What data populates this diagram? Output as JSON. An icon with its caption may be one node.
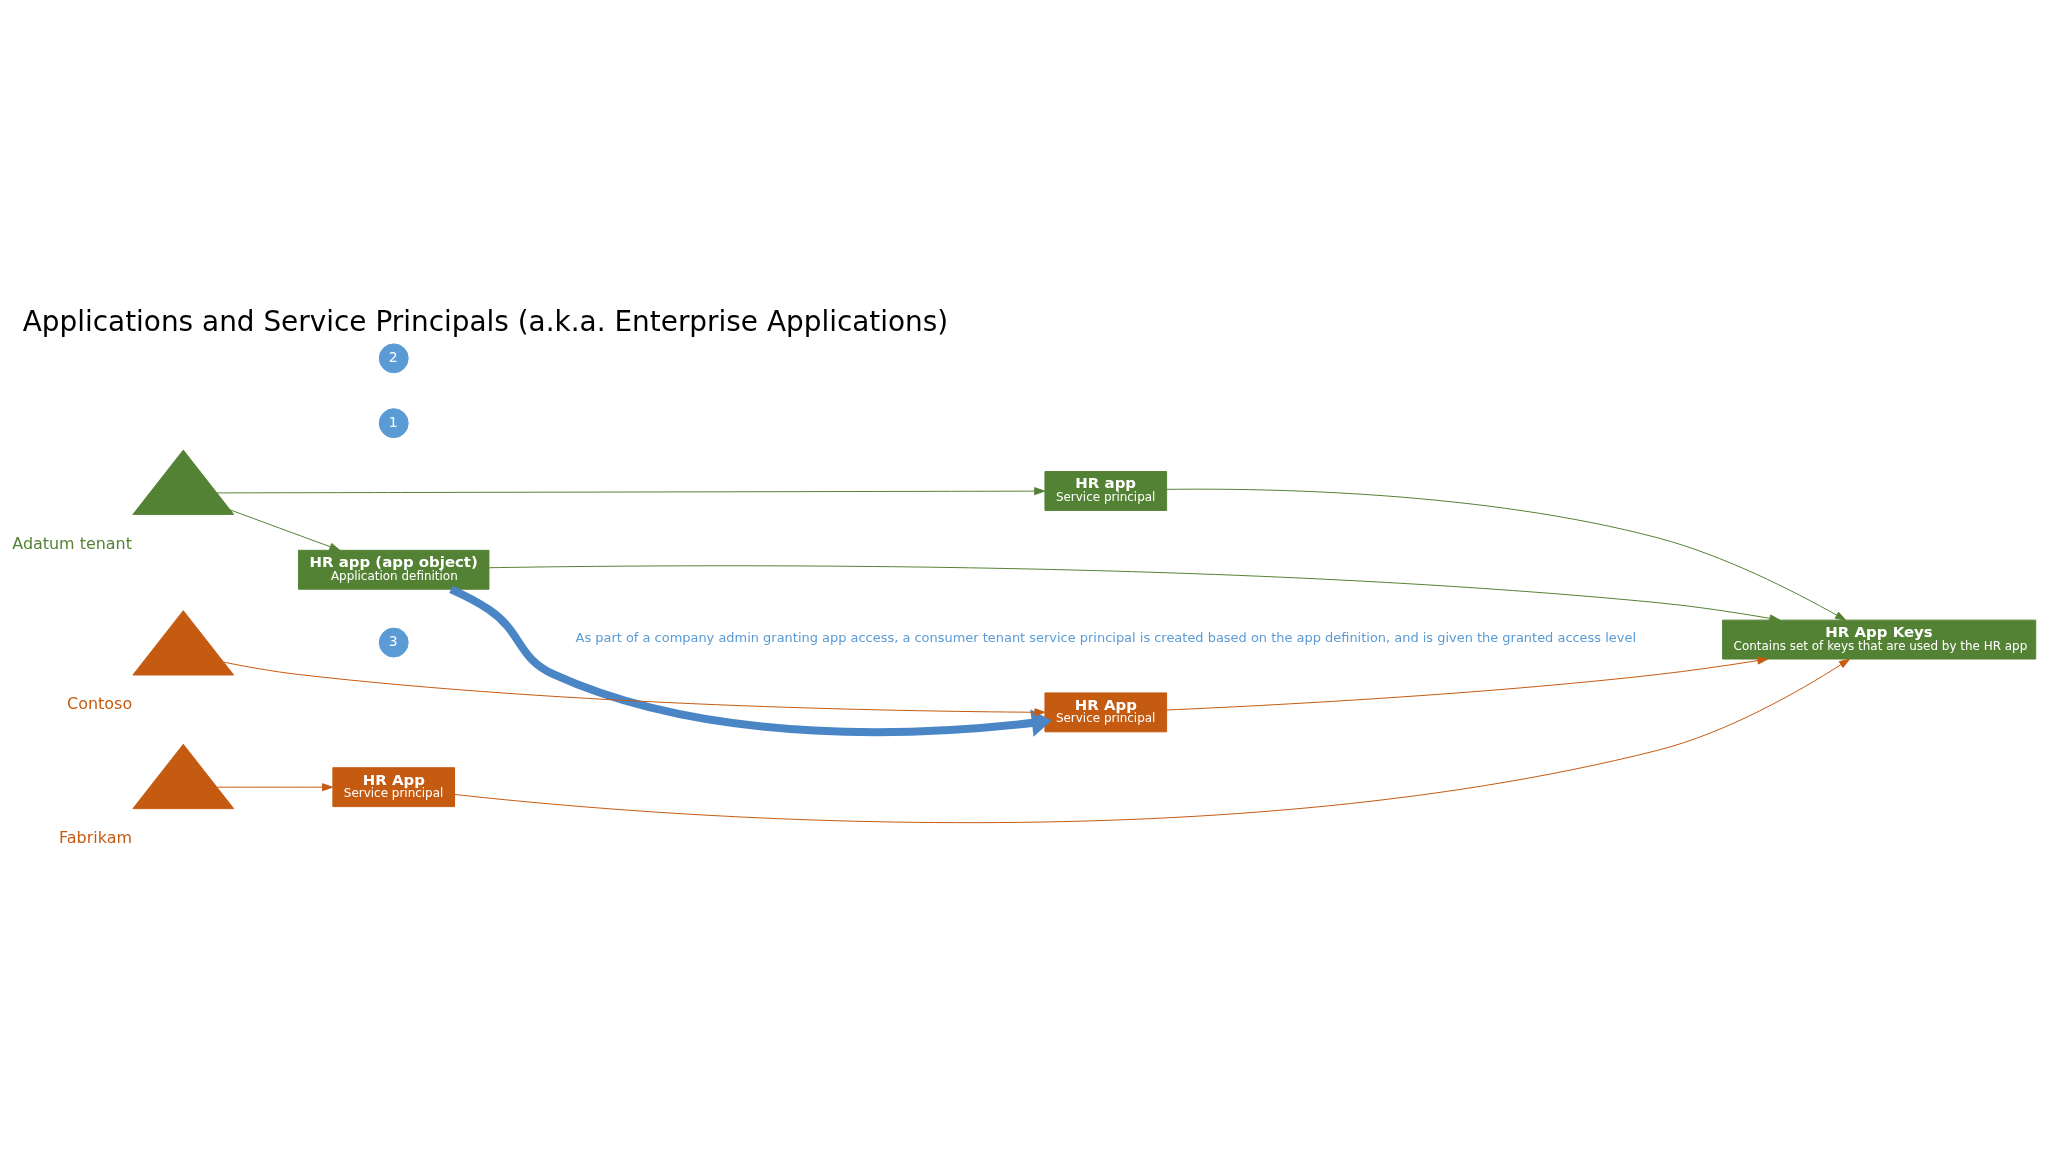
{
  "diagram": {
    "title": "Applications and Service Principals (a.k.a. Enterprise Applications)",
    "nodes": [
      {
        "text": [
          "Adatum tenant"
        ]
      },
      {
        "text": [
          "1"
        ]
      },
      {
        "text": [
          "HR app",
          "Service principal"
        ]
      },
      {
        "text": [
          "HR app (app object)",
          "Application definition"
        ]
      },
      {
        "text": [
          "HR App Keys",
          "Contains set of keys that are used by the HR app"
        ]
      },
      {
        "text": [
          "2"
        ]
      },
      {
        "text": [
          "Contoso"
        ]
      },
      {
        "text": [
          "3"
        ]
      },
      {
        "text": [
          "HR App",
          "Service principal"
        ]
      },
      {
        "text": [
          "Fabrikam"
        ]
      },
      {
        "text": [
          "HR App",
          "Service principal"
        ]
      }
    ],
    "edges": [
      {
        "from": 0,
        "to": 2,
        "arrow": "to",
        "color": "#548235"
      },
      {
        "from": 0,
        "to": 3,
        "arrow": "to",
        "color": "#548235"
      },
      {
        "from": 2,
        "to": 4,
        "arrow": "to",
        "color": "#548235"
      },
      {
        "from": 3,
        "to": 4,
        "arrow": "to",
        "color": "#548235"
      },
      {
        "from": 3,
        "to": 8,
        "arrow": "to",
        "style": "thick",
        "color": "#4a86c5"
      },
      {
        "from": 6,
        "to": 8,
        "arrow": "to",
        "color": "#c55a11"
      },
      {
        "from": 8,
        "to": 4,
        "arrow": "to",
        "color": "#c55a11"
      },
      {
        "from": 9,
        "to": 10,
        "arrow": "to",
        "color": "#c55a11"
      },
      {
        "from": 10,
        "to": 4,
        "arrow": "to",
        "color": "#c55a11"
      }
    ],
    "labels": [
      "As part of a company admin granting app access, a consumer tenant service principal is created based on the app definition, and is given the granted access level"
    ]
  }
}
